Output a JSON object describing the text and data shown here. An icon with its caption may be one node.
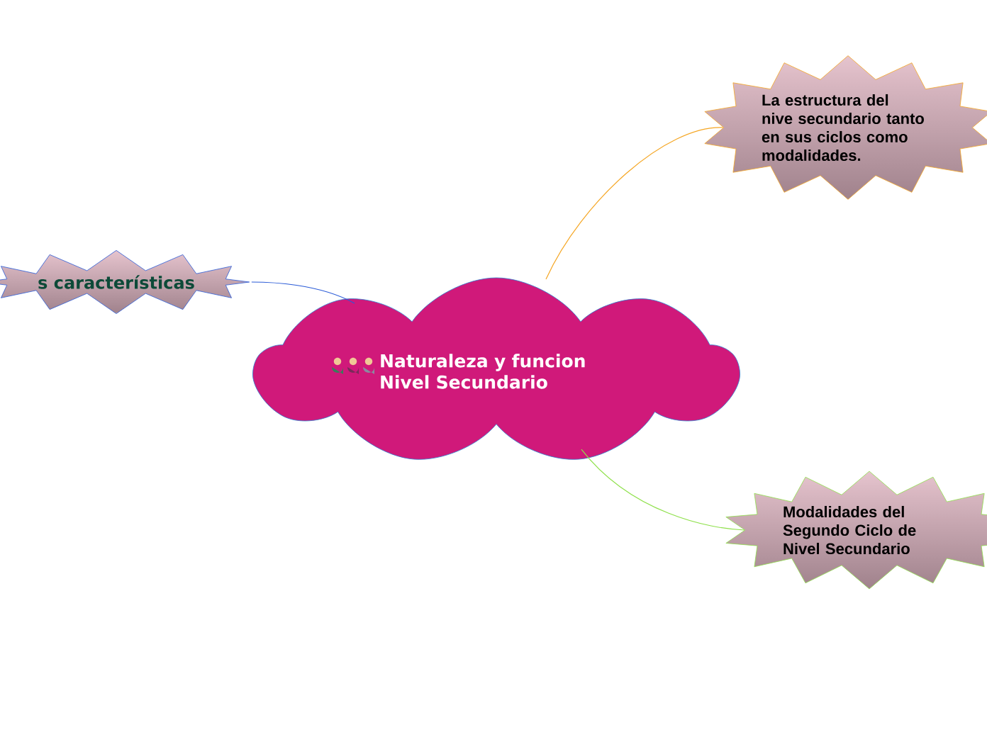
{
  "diagram": {
    "nodes": [
      {
        "text": [
          "Naturaleza y funcion Nivel Secundario"
        ]
      },
      {
        "text": [
          "s características"
        ]
      },
      {
        "text": [
          "La estructura del nive secundario tanto en sus ciclos como modalidades."
        ]
      },
      {
        "text": [
          "Modalidades del Segundo Ciclo de Nivel Secundario"
        ]
      }
    ],
    "edges": [
      {
        "from": 0,
        "to": 1,
        "arrow": "none",
        "color": "#2a5bd7"
      },
      {
        "from": 0,
        "to": 2,
        "arrow": "none",
        "color": "#f5a623"
      },
      {
        "from": 0,
        "to": 3,
        "arrow": "none",
        "color": "#8ee04a"
      }
    ]
  }
}
